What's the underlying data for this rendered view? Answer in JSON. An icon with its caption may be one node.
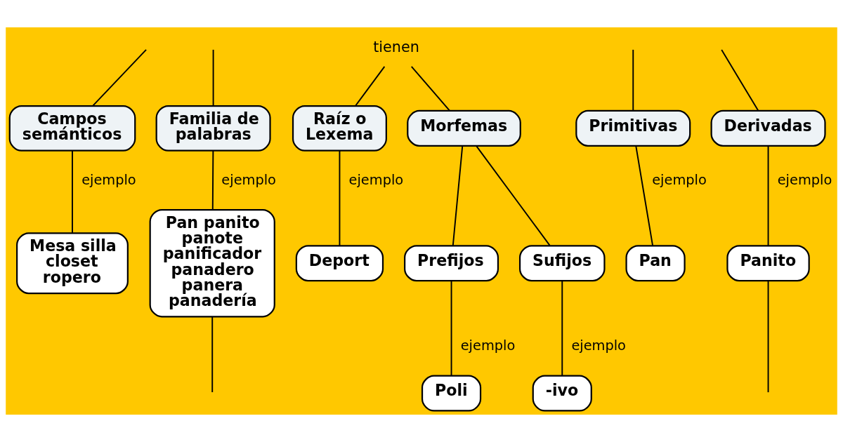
{
  "diagram": {
    "nodes": [
      {
        "text": [
          "tienen"
        ]
      },
      {
        "text": [
          "Campos semánticos"
        ]
      },
      {
        "text": [
          "Familia de palabras"
        ]
      },
      {
        "text": [
          "Raíz o Lexema"
        ]
      },
      {
        "text": [
          "Morfemas"
        ]
      },
      {
        "text": [
          "Primitivas"
        ]
      },
      {
        "text": [
          "Derivadas"
        ]
      },
      {
        "text": [
          "Mesa silla closet ropero"
        ]
      },
      {
        "text": [
          "Pan panito panote panificador panadero panera panadería"
        ]
      },
      {
        "text": [
          "Deport"
        ]
      },
      {
        "text": [
          "Prefijos"
        ]
      },
      {
        "text": [
          "Sufijos"
        ]
      },
      {
        "text": [
          "Pan"
        ]
      },
      {
        "text": [
          "Panito"
        ]
      },
      {
        "text": [
          "Poli"
        ]
      },
      {
        "text": [
          "-ivo"
        ]
      }
    ],
    "edges": [
      {
        "from": null,
        "to": 1,
        "arrow": "none"
      },
      {
        "from": null,
        "to": 2,
        "arrow": "none"
      },
      {
        "from": 0,
        "to": 3,
        "arrow": "none"
      },
      {
        "from": 0,
        "to": 4,
        "arrow": "none"
      },
      {
        "from": null,
        "to": 5,
        "arrow": "none"
      },
      {
        "from": null,
        "to": 6,
        "arrow": "none"
      },
      {
        "from": 1,
        "to": 7,
        "label": "ejemplo",
        "arrow": "none"
      },
      {
        "from": 2,
        "to": 8,
        "label": "ejemplo",
        "arrow": "none"
      },
      {
        "from": 3,
        "to": 9,
        "label": "ejemplo",
        "arrow": "none"
      },
      {
        "from": 4,
        "to": 10,
        "arrow": "none"
      },
      {
        "from": 4,
        "to": 11,
        "arrow": "none"
      },
      {
        "from": 5,
        "to": 12,
        "label": "ejemplo",
        "arrow": "none"
      },
      {
        "from": 6,
        "to": 13,
        "label": "ejemplo",
        "arrow": "none"
      },
      {
        "from": 10,
        "to": 14,
        "label": "ejemplo",
        "arrow": "none"
      },
      {
        "from": 11,
        "to": 15,
        "label": "ejemplo",
        "arrow": "none"
      },
      {
        "from": 8,
        "to": null,
        "arrow": "none"
      },
      {
        "from": 13,
        "to": null,
        "arrow": "none"
      }
    ]
  }
}
